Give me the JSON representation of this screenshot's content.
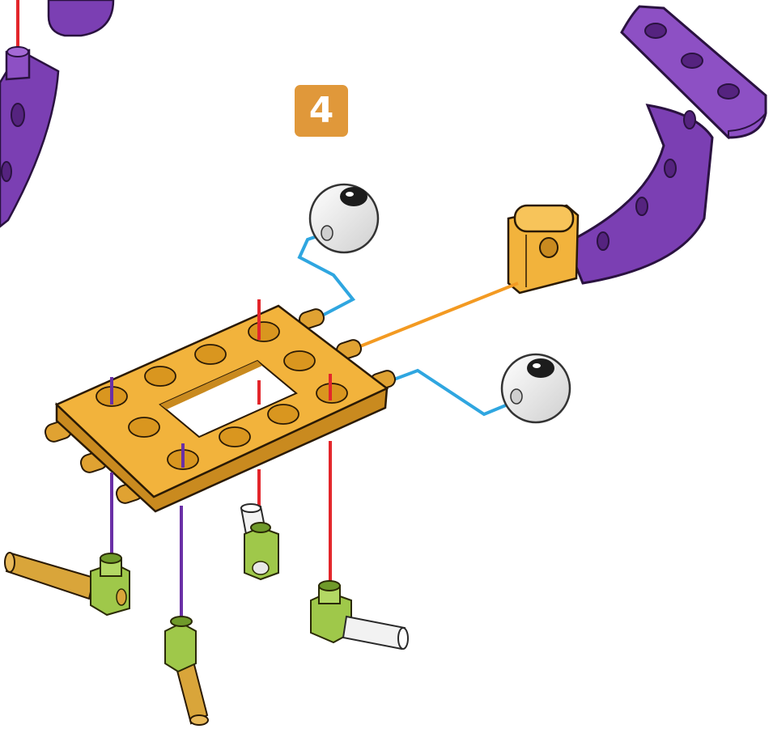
{
  "step": {
    "number": "4",
    "badge_color": "#e0983a"
  },
  "colors": {
    "plate": "#f2b33c",
    "plate_dark": "#c98a1f",
    "purple": "#7b3fb3",
    "purple_dark": "#55237f",
    "connector_green": "#9fc84a",
    "connector_green_dark": "#6f9a2a",
    "rod_gold": "#d9a53a",
    "rod_white": "#f2f2f2",
    "guide_red": "#e3262b",
    "guide_purple": "#6a2fa6",
    "guide_blue": "#2fa6e0",
    "guide_orange": "#f39a22",
    "eye_white": "#f7f7f7",
    "eye_pupil": "#1c1c1c"
  },
  "parts": [
    {
      "id": "plate",
      "kind": "rectangular frame plate with 10 holes and 5 side pegs"
    },
    {
      "id": "left-eye",
      "kind": "googly eye"
    },
    {
      "id": "right-eye",
      "kind": "googly eye"
    },
    {
      "id": "hinge",
      "kind": "orange hinge connector"
    },
    {
      "id": "curved-arm",
      "kind": "curved purple beam with T-bar"
    },
    {
      "id": "connector-1",
      "kind": "green angle connector with gold rod"
    },
    {
      "id": "connector-2",
      "kind": "green angle connector with gold rod"
    },
    {
      "id": "connector-3",
      "kind": "green angle connector with short white rod"
    },
    {
      "id": "connector-4",
      "kind": "green angle connector with white rod"
    }
  ]
}
